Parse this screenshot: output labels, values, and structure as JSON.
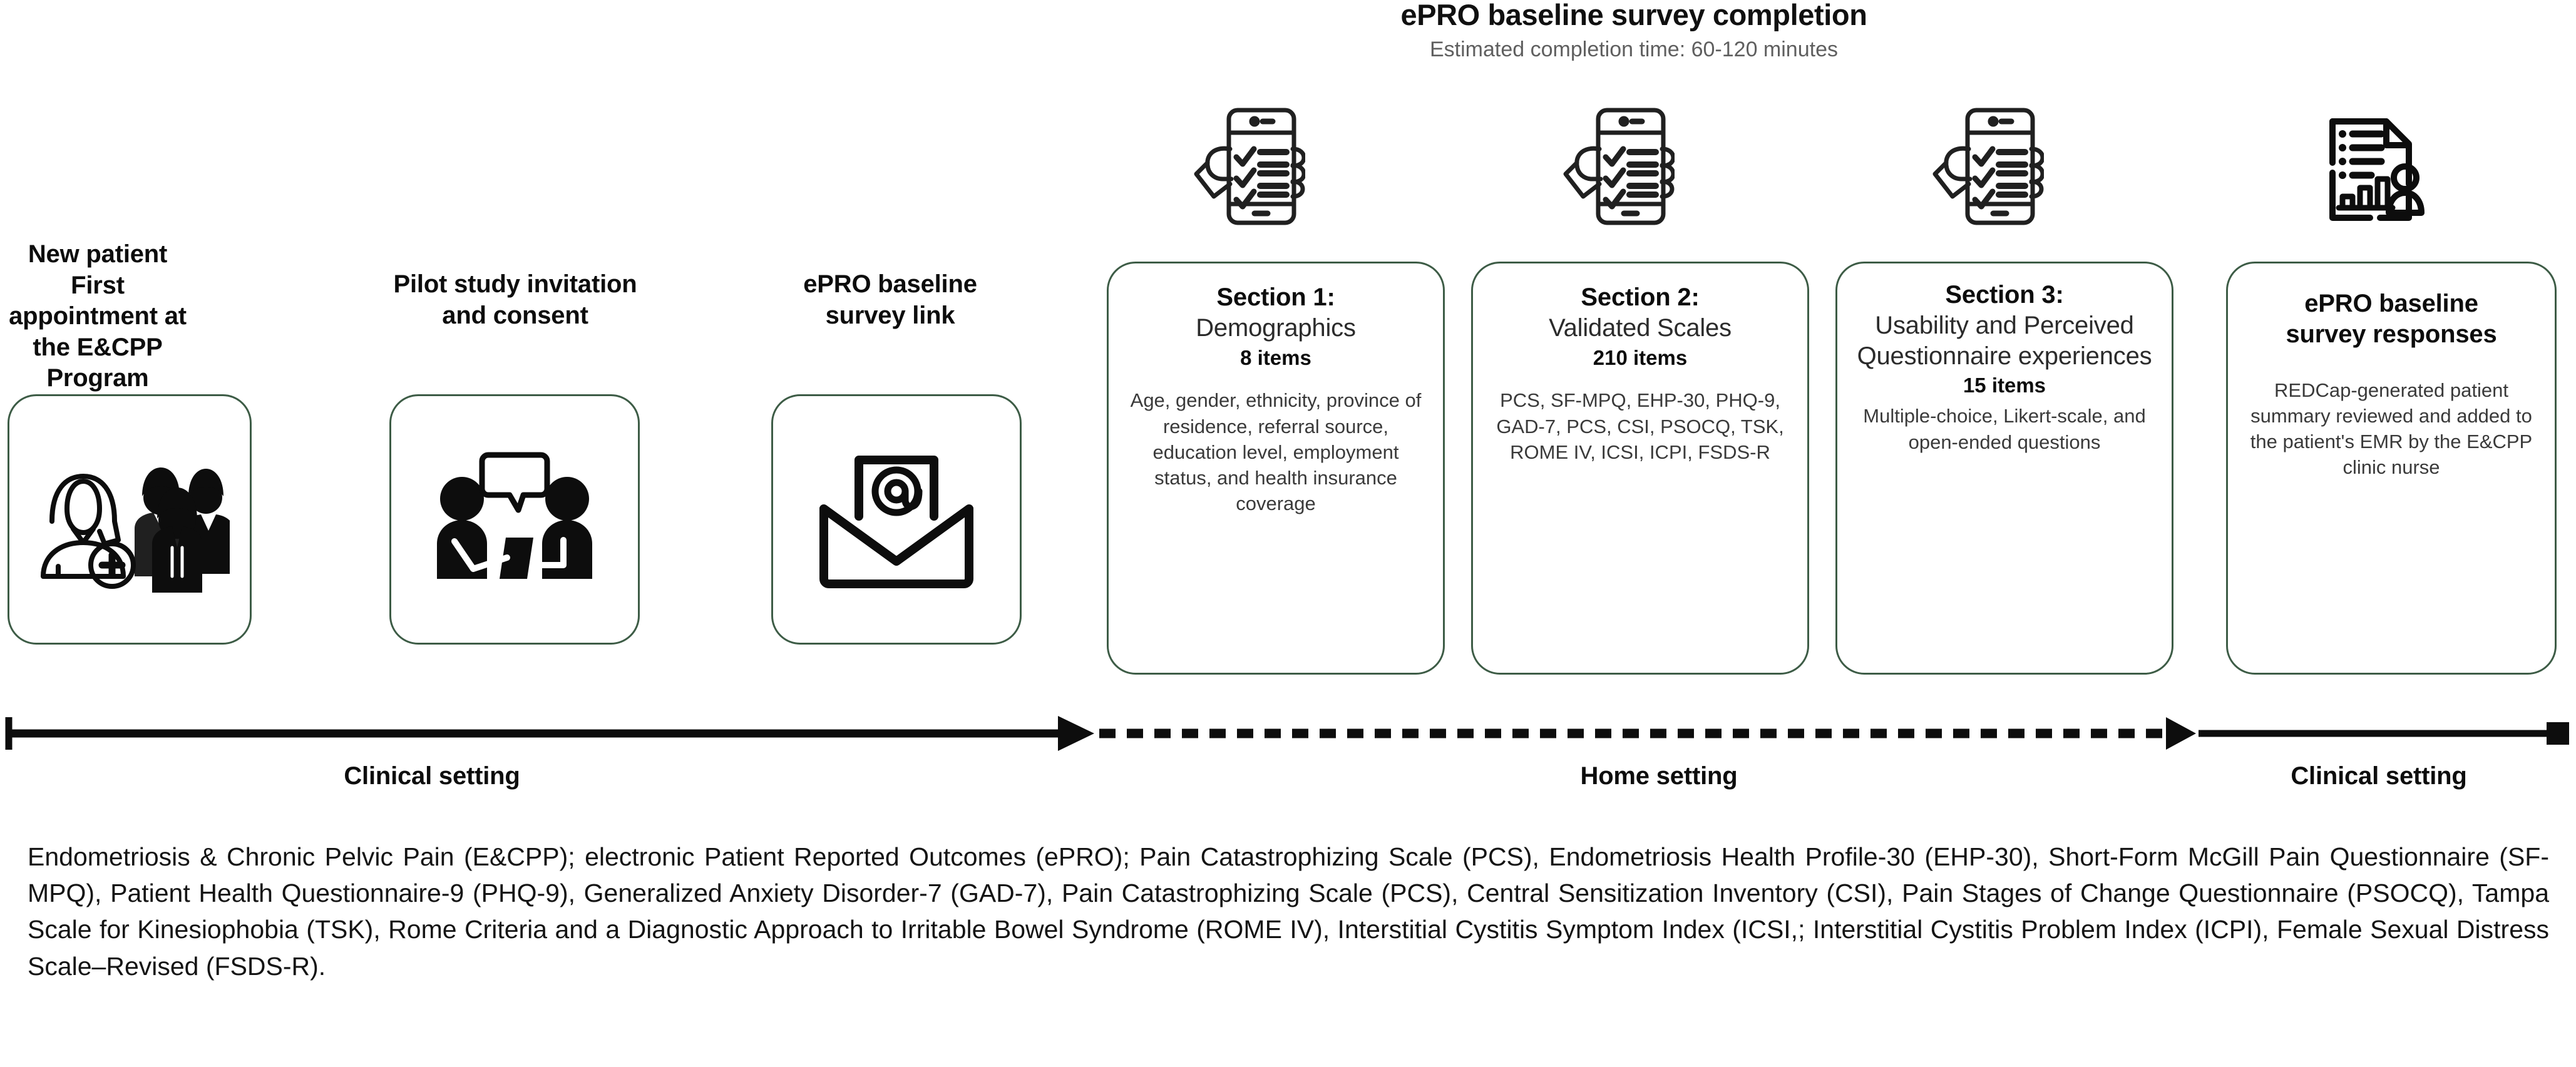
{
  "header": {
    "title": "ePRO baseline survey completion",
    "subtitle": "Estimated completion time: 60-120 minutes"
  },
  "colors": {
    "card_border": "#3d5c46",
    "text_primary": "#0d0d0d",
    "text_secondary": "#3a3a3a",
    "background": "#ffffff"
  },
  "stages": [
    {
      "title": "New patient\nFirst appointment at\nthe E&CPP Program",
      "icon": "patient-and-care-team-icon"
    },
    {
      "title": "Pilot study invitation\nand consent",
      "icon": "consultation-speech-bubble-icon"
    },
    {
      "title": "ePRO baseline\nsurvey link",
      "icon": "email-envelope-at-icon"
    }
  ],
  "sections": [
    {
      "head": "Section 1:",
      "name": "Demographics",
      "count": "8 items",
      "body": "Age, gender, ethnicity, province of residence, referral source, education level, employment status, and health insurance coverage",
      "icon": "hand-holding-phone-checklist-icon"
    },
    {
      "head": "Section 2:",
      "name": "Validated Scales",
      "count": "210 items",
      "body": "PCS, SF-MPQ, EHP-30, PHQ-9, GAD-7, PCS, CSI, PSOCQ, TSK, ROME IV, ICSI, ICPI, FSDS-R",
      "icon": "hand-holding-phone-checklist-icon"
    },
    {
      "head": "Section 3:",
      "name": "Usability and Perceived Questionnaire experiences",
      "count": "15 items",
      "body": "Multiple-choice, Likert-scale, and open-ended questions",
      "icon": "hand-holding-phone-checklist-icon"
    }
  ],
  "output_card": {
    "title": "ePRO baseline\nsurvey responses",
    "body": "REDCap-generated patient summary reviewed and added to the patient's EMR by the E&CPP clinic nurse",
    "icon": "report-document-chart-person-icon"
  },
  "timeline": {
    "labels": [
      {
        "text": "Clinical setting"
      },
      {
        "text": "Home setting"
      },
      {
        "text": "Clinical setting"
      }
    ]
  },
  "caption": {
    "text": "Endometriosis & Chronic Pelvic Pain (E&CPP); electronic Patient Reported Outcomes (ePRO); Pain Catastrophizing Scale (PCS), Endometriosis Health Profile-30 (EHP-30), Short-Form McGill Pain Questionnaire (SF-MPQ), Patient Health Questionnaire-9 (PHQ-9), Generalized Anxiety Disorder-7 (GAD-7), Pain Catastrophizing Scale (PCS), Central Sensitization Inventory (CSI), Pain Stages of Change Questionnaire (PSOCQ), Tampa Scale for Kinesiophobia (TSK), Rome Criteria and a Diagnostic Approach to Irritable Bowel Syndrome (ROME IV), Interstitial Cystitis Symptom Index (ICSI,; Interstitial Cystitis Problem Index (ICPI), Female Sexual Distress Scale–Revised (FSDS-R)."
  }
}
